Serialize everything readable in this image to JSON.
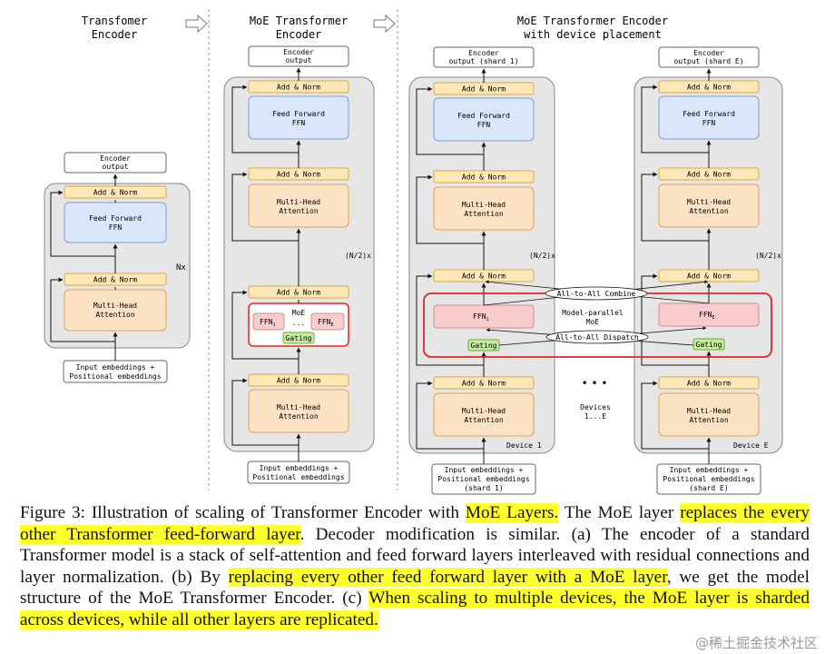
{
  "headings": {
    "a": [
      "Transfomer",
      "Encoder"
    ],
    "b": [
      "MoE Transformer",
      "Encoder"
    ],
    "c": [
      "MoE Transformer Encoder",
      "with device placement"
    ]
  },
  "labels": {
    "encoder_output": [
      "Encoder",
      "output"
    ],
    "encoder_output_shard1": [
      "Encoder",
      "output (shard 1)"
    ],
    "encoder_output_shardE": [
      "Encoder",
      "output (shard E)"
    ],
    "add_norm": "Add & Norm",
    "feed_forward": [
      "Feed Forward",
      "FFN"
    ],
    "multi_head": [
      "Multi-Head",
      "Attention"
    ],
    "input_embeddings": [
      "Input embeddings +",
      "Positional embeddings"
    ],
    "input_embeddings_shard1": [
      "Input embeddings +",
      "Positional embeddings",
      "(shard 1)"
    ],
    "input_embeddings_shardE": [
      "Input embeddings +",
      "Positional embeddings",
      "(shard E)"
    ],
    "nx": "Nx",
    "n2x": "(N/2)x",
    "moe": "MoE",
    "ffn1": "FFN",
    "ffn1_sub": "1",
    "ffnE": "FFN",
    "ffnE_sub": "E",
    "ellipsis_small": "...",
    "gating": "Gating",
    "model_parallel": [
      "Model-parallel",
      "MoE"
    ],
    "all_to_all_combine": "All-to-All Combine",
    "all_to_all_dispatch": "All-to-All Dispatch",
    "device1": "Device 1",
    "deviceE": "Device E",
    "devices": [
      "Devices",
      "1...E"
    ],
    "dots": "• • •"
  },
  "caption": {
    "segments": [
      {
        "text": "Figure 3: Illustration of scaling of Transformer Encoder with ",
        "hl": false
      },
      {
        "text": "MoE Layers.",
        "hl": true
      },
      {
        "text": " The MoE layer ",
        "hl": false
      },
      {
        "text": "replaces the every other Transformer feed-forward layer",
        "hl": true
      },
      {
        "text": ". Decoder modification is similar. (a) The encoder of a standard Transformer model is a stack of self-attention and feed forward layers interleaved with residual connections and layer normalization. (b) By ",
        "hl": false
      },
      {
        "text": "replacing every other feed forward layer with a MoE layer",
        "hl": true
      },
      {
        "text": ", we get the model structure of the MoE Transformer Encoder. (c) ",
        "hl": false
      },
      {
        "text": "When scaling to multiple devices, the MoE layer is sharded across devices, while all other layers are replicated.",
        "hl": true
      }
    ]
  },
  "watermark": "@稀土掘金技术社区",
  "colors": {
    "panel": "#e6e6e6",
    "add_norm": "#fde7b5",
    "ffn_blue": "#dae6fa",
    "mha_orange": "#fde3c4",
    "ffn_pink": "#f8cccc",
    "gating": "#c6ec9e",
    "moe_red": "#e52222"
  }
}
